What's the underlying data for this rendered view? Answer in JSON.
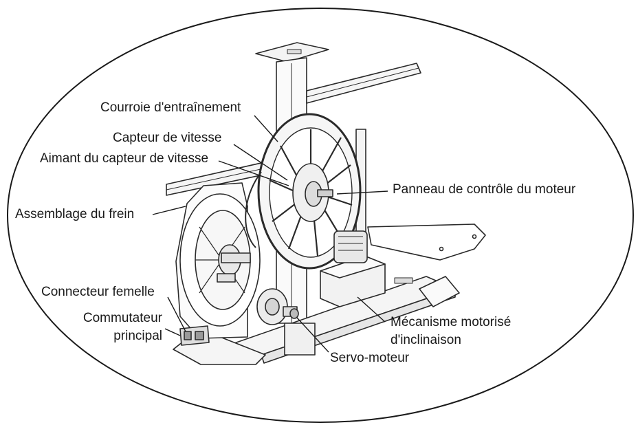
{
  "labels": {
    "drive_belt": "Courroie d'entraînement",
    "speed_sensor": "Capteur de vitesse",
    "speed_sensor_magnet": "Aimant du capteur de vitesse",
    "motor_control_panel": "Panneau de contrôle du moteur",
    "brake_assembly": "Assemblage du frein",
    "female_connector": "Connecteur femelle",
    "main_switch_line1": "Commutateur",
    "main_switch_line2": "principal",
    "tilt_mechanism_line1": "Mécanisme motorisé",
    "tilt_mechanism_line2": "d'inclinaison",
    "servo_motor": "Servo-moteur"
  },
  "colors": {
    "ink": "#1a1a1a",
    "frame_stroke": "#2a2a2a",
    "fill_light": "#f2f2f2",
    "fill_mid": "#d8d8d8",
    "fill_dark": "#9a9a9a"
  }
}
